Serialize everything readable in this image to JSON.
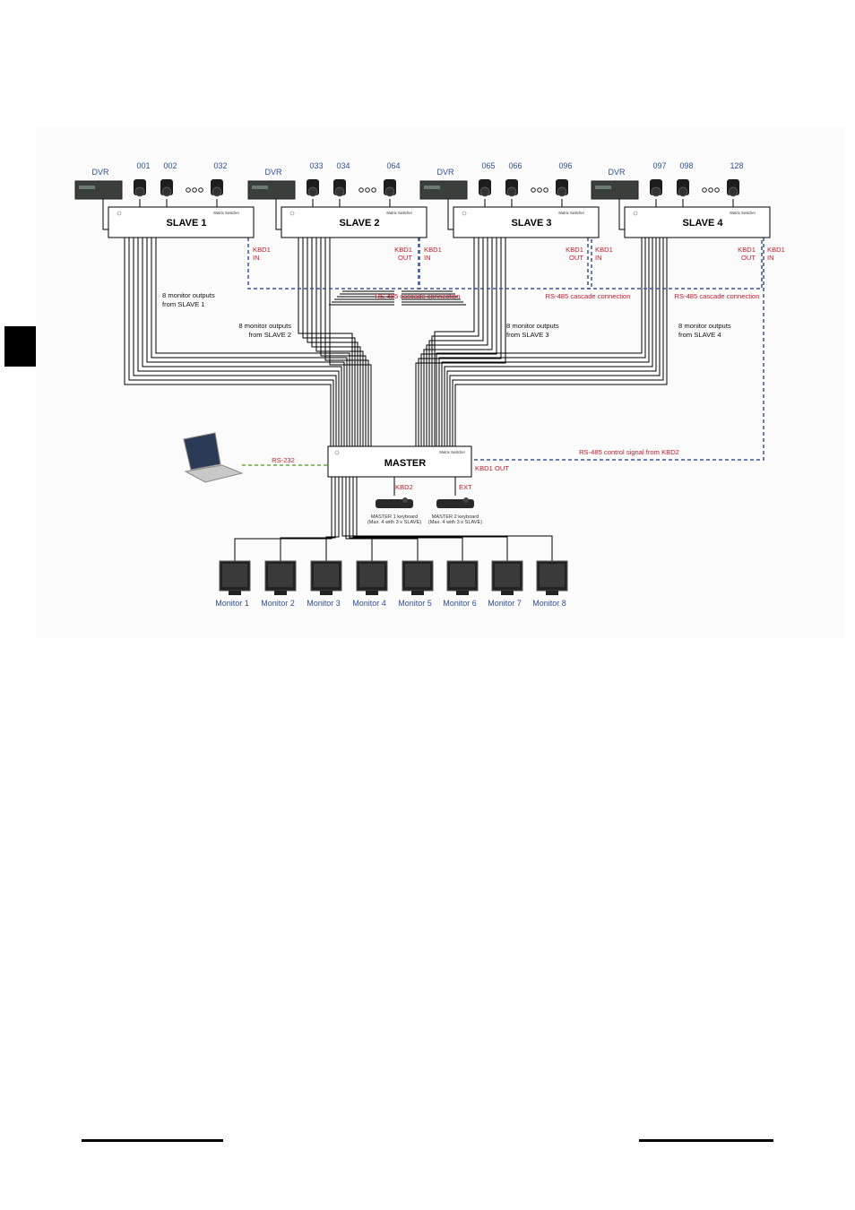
{
  "slaves": [
    {
      "name": "SLAVE 1",
      "dvr": "DVR",
      "cameras": [
        "001",
        "002",
        "032"
      ],
      "outputs_label": [
        "8 monitor outputs",
        "from SLAVE 1"
      ]
    },
    {
      "name": "SLAVE 2",
      "dvr": "DVR",
      "cameras": [
        "033",
        "034",
        "064"
      ],
      "outputs_label": [
        "8 monitor outputs",
        "from SLAVE 2"
      ]
    },
    {
      "name": "SLAVE 3",
      "dvr": "DVR",
      "cameras": [
        "065",
        "066",
        "096"
      ],
      "outputs_label": [
        "8 monitor outputs",
        "from SLAVE 3"
      ]
    },
    {
      "name": "SLAVE 4",
      "dvr": "DVR",
      "cameras": [
        "097",
        "098",
        "128"
      ],
      "outputs_label": [
        "8 monitor outputs",
        "from SLAVE 4"
      ]
    }
  ],
  "device_caption": "Matrix Switcher",
  "ports": {
    "kbd1": "KBD1",
    "in": "IN",
    "out": "OUT",
    "kbd2": "KBD2",
    "ext": "EXT",
    "kbd1_out": "KBD1 OUT"
  },
  "cascade_label": "RS-485 cascade connection",
  "master": {
    "name": "MASTER"
  },
  "rs232_label": "RS-232",
  "control_label": "RS-485 control signal from KBD2",
  "keyboards": [
    {
      "line1": "MASTER 1 keyboard",
      "line2": "(Max. 4 with 3 x SLAVE)"
    },
    {
      "line1": "MASTER 2 keyboard",
      "line2": "(Max. 4 with 3 x SLAVE)"
    }
  ],
  "monitors": [
    "Monitor 1",
    "Monitor 2",
    "Monitor 3",
    "Monitor 4",
    "Monitor 5",
    "Monitor 6",
    "Monitor 7",
    "Monitor 8"
  ],
  "colors": {
    "blue_text": "#2f4f9a",
    "red_text": "#c0192b",
    "cascade_line": "#3a559e",
    "rs232_line": "#6aaa3a",
    "wire": "#000000"
  }
}
